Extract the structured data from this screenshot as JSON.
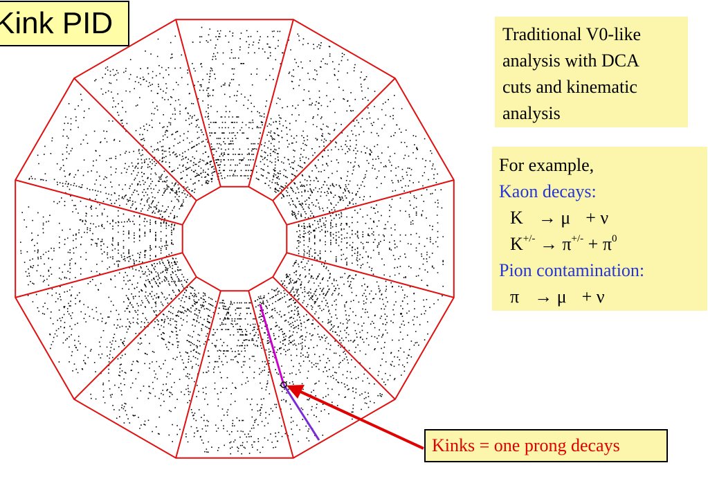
{
  "title": "Kink PID",
  "note_v0": {
    "lines": [
      "Traditional V0-like",
      "analysis with DCA",
      "cuts and kinematic",
      "analysis"
    ]
  },
  "note_example": {
    "intro": "For example,",
    "kaon_heading": "Kaon decays:",
    "kaon_decay_1": {
      "parent": "K",
      "arrow": "→",
      "product1": "μ",
      "plus": "+",
      "product2": "ν"
    },
    "kaon_decay_2": {
      "parent": "K",
      "parent_charge": "+/-",
      "arrow": "→",
      "product1": "π",
      "product1_charge": "+/-",
      "plus": "+",
      "product2": "π",
      "product2_charge": "0"
    },
    "pion_heading": "Pion contamination:",
    "pion_decay": {
      "parent": "π",
      "arrow": "→",
      "product1": "μ",
      "plus": "+",
      "product2": "ν"
    }
  },
  "kink_label": "Kinks = one prong decays",
  "colors": {
    "sector_outline": "#e01010",
    "hits": "#000000",
    "kink_track": "#cc00cc",
    "callout_arrow": "#e00000",
    "note_fill": "#fbf6ac",
    "blue_text": "#2535d6"
  }
}
